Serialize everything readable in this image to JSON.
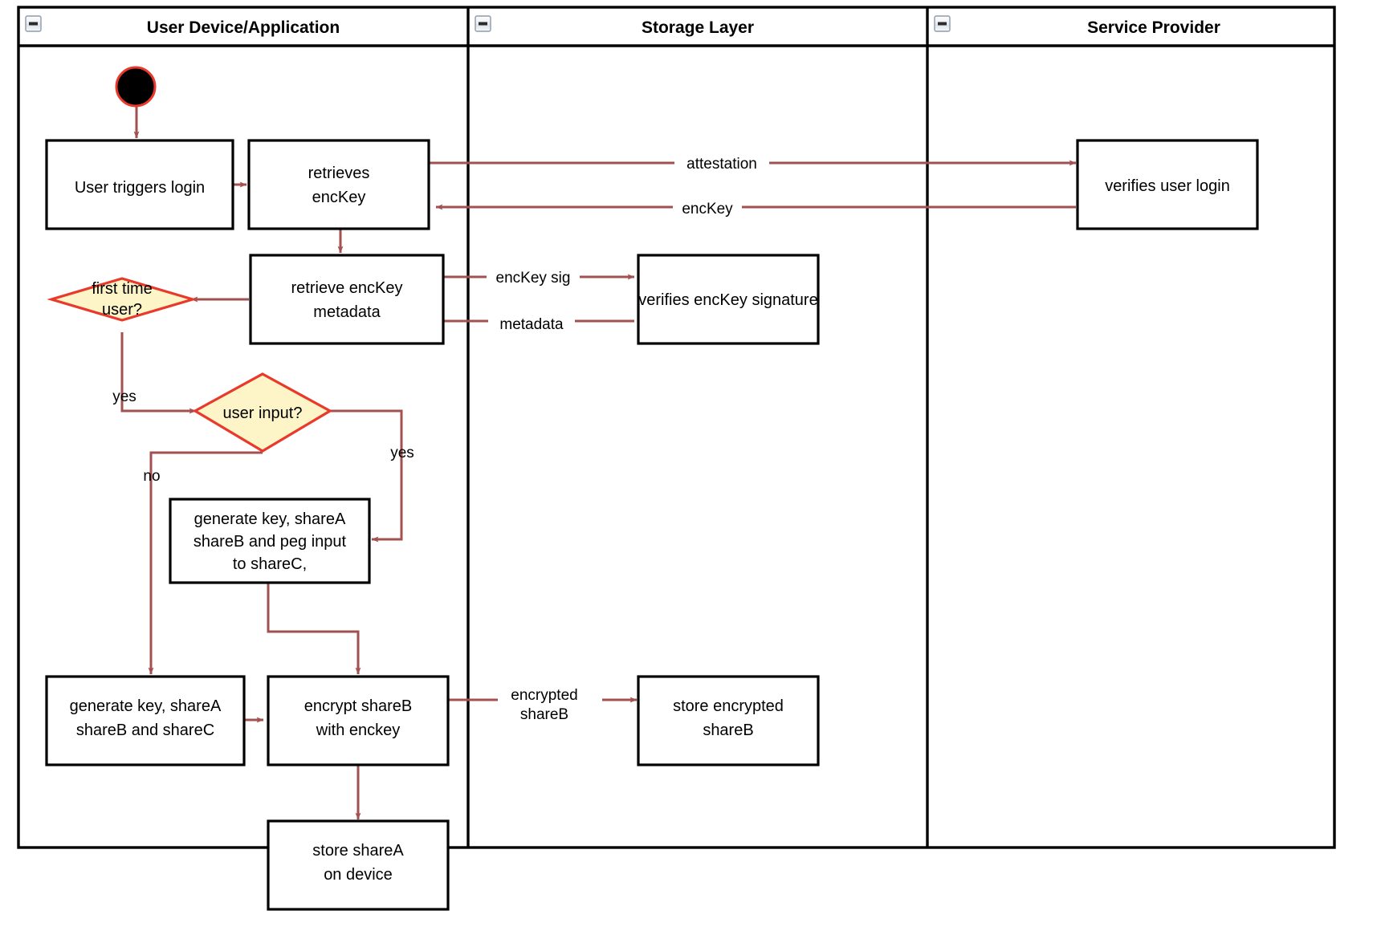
{
  "diagram": {
    "type": "uml-activity-swimlane",
    "title": "Login / key-share provisioning activity diagram",
    "colors": {
      "flow_arrow": "#a35050",
      "decision_fill": "#fdf5c8",
      "decision_stroke": "#e8392b",
      "activity_stroke": "#000000",
      "activity_fill": "#ffffff",
      "start_node_fill": "#000000",
      "start_node_stroke": "#e8392b",
      "frame_stroke": "#000000"
    }
  },
  "lanes": [
    {
      "id": "user-device",
      "label": "User Device/Application",
      "collapse_icon": "collapse-minus-icon"
    },
    {
      "id": "storage-layer",
      "label": "Storage Layer",
      "collapse_icon": "collapse-minus-icon"
    },
    {
      "id": "service-provider",
      "label": "Service Provider",
      "collapse_icon": "collapse-minus-icon"
    }
  ],
  "nodes": {
    "start": {
      "kind": "initial-node",
      "label": ""
    },
    "user_triggers_login": {
      "kind": "activity",
      "lines": [
        "User triggers login"
      ]
    },
    "retrieves_enckey": {
      "kind": "activity",
      "lines": [
        "retrieves",
        "encKey"
      ]
    },
    "verifies_user_login": {
      "kind": "activity",
      "lines": [
        "verifies user login"
      ]
    },
    "retrieve_enckey_metadata": {
      "kind": "activity",
      "lines": [
        "retrieve encKey",
        "metadata"
      ]
    },
    "verifies_enckey_signature": {
      "kind": "activity",
      "lines": [
        "verifies encKey signature"
      ]
    },
    "first_time_user": {
      "kind": "decision",
      "lines": [
        "first time",
        "user?"
      ]
    },
    "user_input": {
      "kind": "decision",
      "lines": [
        "user input?"
      ]
    },
    "generate_peg": {
      "kind": "activity",
      "lines": [
        "generate key, shareA",
        "shareB and peg input",
        "to shareC,"
      ]
    },
    "generate_shares": {
      "kind": "activity",
      "lines": [
        "generate key, shareA",
        "shareB and shareC"
      ]
    },
    "encrypt_shareb": {
      "kind": "activity",
      "lines": [
        "encrypt shareB",
        "with enckey"
      ]
    },
    "store_encrypted_shareb": {
      "kind": "activity",
      "lines": [
        "store encrypted",
        "shareB"
      ]
    },
    "store_sharea": {
      "kind": "activity",
      "lines": [
        "store shareA",
        "on device"
      ]
    }
  },
  "edge_labels": {
    "attestation": "attestation",
    "enckey": "encKey",
    "enckey_sig": "encKey sig",
    "metadata": "metadata",
    "yes_first_time": "yes",
    "yes_user_input": "yes",
    "no_user_input": "no",
    "encrypted_shareb_line1": "encrypted",
    "encrypted_shareb_line2": "shareB"
  }
}
